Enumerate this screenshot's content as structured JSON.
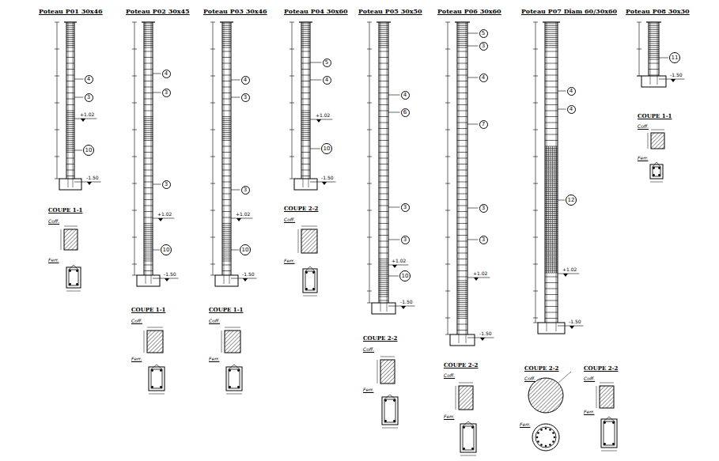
{
  "diagram": {
    "nodes": [
      {
        "text": [
          "4"
        ]
      },
      {
        "text": [
          "3"
        ]
      },
      {
        "text": [
          "10"
        ]
      },
      {
        "text": [
          "4"
        ]
      },
      {
        "text": [
          "3"
        ]
      },
      {
        "text": [
          "3"
        ]
      },
      {
        "text": [
          "10"
        ]
      },
      {
        "text": [
          "4"
        ]
      },
      {
        "text": [
          "3"
        ]
      },
      {
        "text": [
          "3"
        ]
      },
      {
        "text": [
          "10"
        ]
      },
      {
        "text": [
          "5"
        ]
      },
      {
        "text": [
          "4"
        ]
      },
      {
        "text": [
          "10"
        ]
      },
      {
        "text": [
          "4"
        ]
      },
      {
        "text": [
          "6"
        ]
      },
      {
        "text": [
          "3"
        ]
      },
      {
        "text": [
          "3"
        ]
      },
      {
        "text": [
          "10"
        ]
      },
      {
        "text": [
          "5"
        ]
      },
      {
        "text": [
          "3"
        ]
      },
      {
        "text": [
          "4"
        ]
      },
      {
        "text": [
          "7"
        ]
      },
      {
        "text": [
          "3"
        ]
      },
      {
        "text": [
          "3"
        ]
      },
      {
        "text": [
          "4"
        ]
      },
      {
        "text": [
          "4"
        ]
      },
      {
        "text": [
          "12"
        ]
      },
      {
        "text": [
          "11"
        ]
      }
    ],
    "labels": [
      "Poteau P01 30x46",
      "Poteau P02 30x45",
      "Poteau P03 30x46",
      "Poteau P04 30x60",
      "Poteau P05 30x50",
      "Poteau P06 30x60",
      "Poteau P07 Diam 60/30x60",
      "Poteau P08 30x30",
      "COUPE 1-1",
      "COUPE 1-1",
      "COUPE 1-1",
      "COUPE 2-2",
      "COUPE 2-2",
      "COUPE 2-2",
      "COUPE 2-2",
      "COUPE 2-2",
      "COUPE 1-1",
      "Coff.",
      "Coff.",
      "Coff.",
      "Coff.",
      "Coff.",
      "Coff.",
      "Coff.",
      "Coff.",
      "Coff.",
      "Ferr.",
      "Ferr.",
      "Ferr.",
      "Ferr.",
      "Ferr.",
      "Ferr.",
      "Ferr.",
      "Ferr.",
      "Ferr.",
      "-1.50",
      "-1.50",
      "-1.50",
      "-1.50",
      "-1.50",
      "-1.50",
      "-1.50",
      "-1.50",
      "+1.02",
      "+1.02",
      "+1.02",
      "+1.02",
      "+1.02",
      "+1.02",
      "+1.02"
    ]
  }
}
